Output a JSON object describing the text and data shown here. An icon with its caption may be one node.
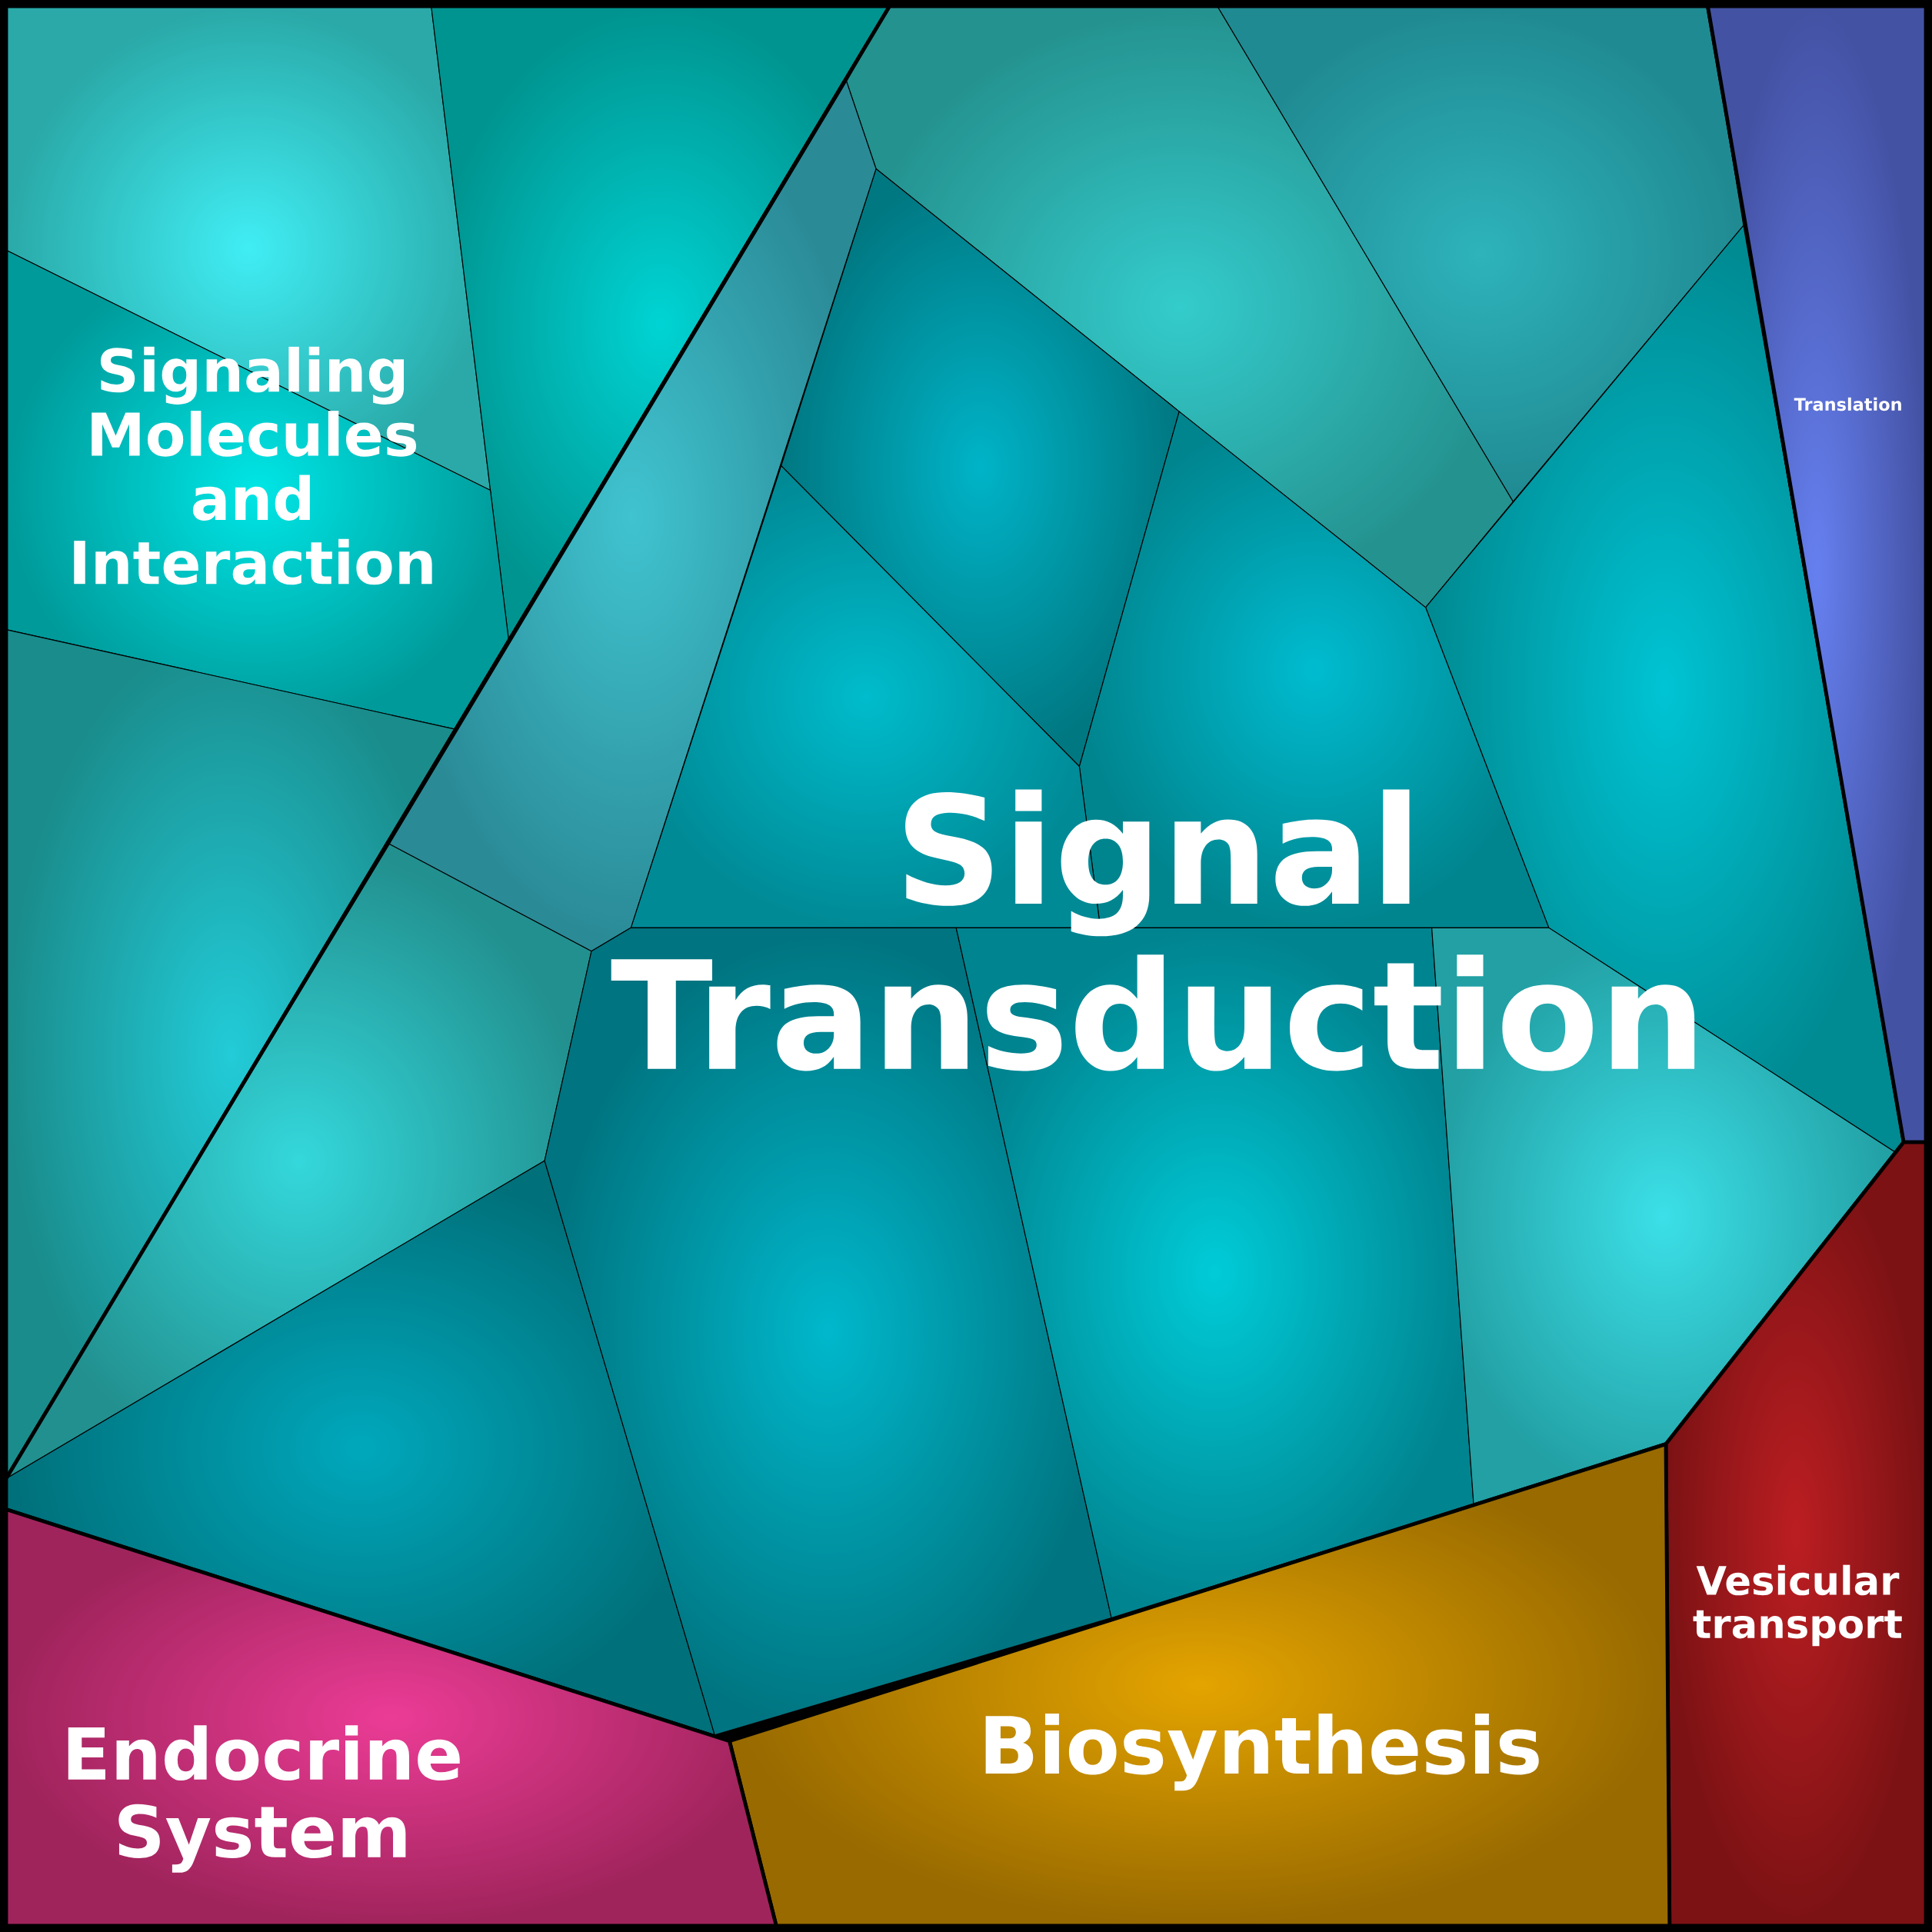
{
  "diagram": {
    "nodes": [
      {
        "text": [
          "Signaling Molecules and Interaction"
        ]
      },
      {
        "text": [
          "Signal Transduction"
        ]
      },
      {
        "text": [
          "Translation"
        ]
      },
      {
        "text": [
          "Vesicular transport"
        ]
      },
      {
        "text": [
          "Biosynthesis"
        ]
      },
      {
        "text": [
          "Endocrine System"
        ]
      }
    ]
  }
}
